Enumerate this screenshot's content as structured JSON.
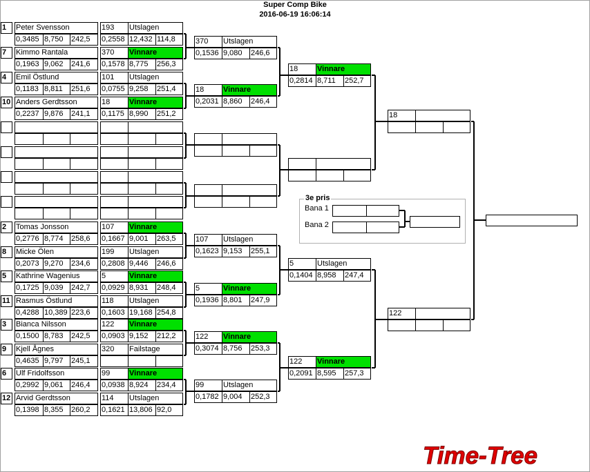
{
  "header": {
    "title": "Super Comp Bike",
    "datetime": "2016-06-19 16:06:14"
  },
  "third_prize": {
    "legend": "3e pris",
    "lane1": "Bana 1",
    "lane2": "Bana 2"
  },
  "logo_text": "Time-Tree",
  "round1": [
    {
      "seed": "1",
      "name": "Peter Svensson",
      "r": "0,3485",
      "t": "8,750",
      "s": "242,5"
    },
    {
      "seed": "7",
      "name": "Kimmo Rantala",
      "r": "0,1963",
      "t": "9,062",
      "s": "241,6"
    },
    {
      "seed": "4",
      "name": "Emil Östlund",
      "r": "0,1183",
      "t": "8,811",
      "s": "251,6"
    },
    {
      "seed": "10",
      "name": "Anders Gerdtsson",
      "r": "0,2237",
      "t": "9,876",
      "s": "241,1"
    },
    {
      "seed": "",
      "name": "",
      "r": "",
      "t": "",
      "s": ""
    },
    {
      "seed": "",
      "name": "",
      "r": "",
      "t": "",
      "s": ""
    },
    {
      "seed": "",
      "name": "",
      "r": "",
      "t": "",
      "s": ""
    },
    {
      "seed": "",
      "name": "",
      "r": "",
      "t": "",
      "s": ""
    },
    {
      "seed": "2",
      "name": "Tomas Jonsson",
      "r": "0,2776",
      "t": "8,774",
      "s": "258,6"
    },
    {
      "seed": "8",
      "name": "Micke Ölen",
      "r": "0,2073",
      "t": "9,270",
      "s": "234,6"
    },
    {
      "seed": "5",
      "name": "Kathrine Wagenius",
      "r": "0,1725",
      "t": "9,039",
      "s": "242,7"
    },
    {
      "seed": "11",
      "name": "Rasmus Östlund",
      "r": "0,4288",
      "t": "10,389",
      "s": "223,6"
    },
    {
      "seed": "3",
      "name": "Bianca Nilsson",
      "r": "0,1500",
      "t": "8,783",
      "s": "242,5"
    },
    {
      "seed": "9",
      "name": "Kjell Ågnes",
      "r": "0,4635",
      "t": "9,797",
      "s": "245,1"
    },
    {
      "seed": "6",
      "name": "Ulf Fridolfsson",
      "r": "0,2992",
      "t": "9,061",
      "s": "246,4"
    },
    {
      "seed": "12",
      "name": "Arvid Gerdtsson",
      "r": "0,1398",
      "t": "8,355",
      "s": "260,2"
    }
  ],
  "round2": [
    {
      "num": "193",
      "res": "Utslagen",
      "win": false,
      "r": "0,2558",
      "t": "12,432",
      "s": "114,8"
    },
    {
      "num": "370",
      "res": "Vinnare",
      "win": true,
      "r": "0,1578",
      "t": "8,775",
      "s": "256,3"
    },
    {
      "num": "101",
      "res": "Utslagen",
      "win": false,
      "r": "0,0755",
      "t": "9,258",
      "s": "251,4"
    },
    {
      "num": "18",
      "res": "Vinnare",
      "win": true,
      "r": "0,1175",
      "t": "8,990",
      "s": "251,2"
    },
    {
      "num": "",
      "res": "",
      "win": false,
      "r": "",
      "t": "",
      "s": ""
    },
    {
      "num": "",
      "res": "",
      "win": false,
      "r": "",
      "t": "",
      "s": ""
    },
    {
      "num": "",
      "res": "",
      "win": false,
      "r": "",
      "t": "",
      "s": ""
    },
    {
      "num": "",
      "res": "",
      "win": false,
      "r": "",
      "t": "",
      "s": ""
    },
    {
      "num": "107",
      "res": "Vinnare",
      "win": true,
      "r": "0,1667",
      "t": "9,001",
      "s": "263,5"
    },
    {
      "num": "199",
      "res": "Utslagen",
      "win": false,
      "r": "0,2808",
      "t": "9,446",
      "s": "246,6"
    },
    {
      "num": "5",
      "res": "Vinnare",
      "win": true,
      "r": "0,0929",
      "t": "8,931",
      "s": "248,4"
    },
    {
      "num": "118",
      "res": "Utslagen",
      "win": false,
      "r": "0,1603",
      "t": "19,168",
      "s": "254,8"
    },
    {
      "num": "122",
      "res": "Vinnare",
      "win": true,
      "r": "0,0903",
      "t": "9,152",
      "s": "212,2"
    },
    {
      "num": "320",
      "res": "Failstage",
      "win": false,
      "r": "",
      "t": "",
      "s": ""
    },
    {
      "num": "99",
      "res": "Vinnare",
      "win": true,
      "r": "0,0938",
      "t": "8,924",
      "s": "234,4"
    },
    {
      "num": "114",
      "res": "Utslagen",
      "win": false,
      "r": "0,1621",
      "t": "13,806",
      "s": "92,0"
    }
  ],
  "round3": [
    {
      "num": "370",
      "res": "Utslagen",
      "win": false,
      "r": "0,1536",
      "t": "9,080",
      "s": "246,6"
    },
    {
      "num": "18",
      "res": "Vinnare",
      "win": true,
      "r": "0,2031",
      "t": "8,860",
      "s": "246,4"
    },
    {
      "num": "",
      "res": "",
      "win": false,
      "r": "",
      "t": "",
      "s": ""
    },
    {
      "num": "",
      "res": "",
      "win": false,
      "r": "",
      "t": "",
      "s": ""
    },
    {
      "num": "107",
      "res": "Utslagen",
      "win": false,
      "r": "0,1623",
      "t": "9,153",
      "s": "255,1"
    },
    {
      "num": "5",
      "res": "Vinnare",
      "win": true,
      "r": "0,1936",
      "t": "8,801",
      "s": "247,9"
    },
    {
      "num": "122",
      "res": "Vinnare",
      "win": true,
      "r": "0,3074",
      "t": "8,756",
      "s": "253,3"
    },
    {
      "num": "99",
      "res": "Utslagen",
      "win": false,
      "r": "0,1782",
      "t": "9,004",
      "s": "252,3"
    }
  ],
  "round4": [
    {
      "num": "18",
      "res": "Vinnare",
      "win": true,
      "r": "0,2814",
      "t": "8,711",
      "s": "252,7"
    },
    {
      "num": "",
      "res": "",
      "win": false,
      "r": "",
      "t": "",
      "s": ""
    },
    {
      "num": "5",
      "res": "Utslagen",
      "win": false,
      "r": "0,1404",
      "t": "8,958",
      "s": "247,4"
    },
    {
      "num": "122",
      "res": "Vinnare",
      "win": true,
      "r": "0,2091",
      "t": "8,595",
      "s": "257,3"
    }
  ],
  "round5": [
    {
      "num": "18",
      "res": "",
      "win": false,
      "r": "",
      "t": "",
      "s": ""
    },
    {
      "num": "122",
      "res": "",
      "win": false,
      "r": "",
      "t": "",
      "s": ""
    }
  ],
  "final": {
    "value": ""
  }
}
